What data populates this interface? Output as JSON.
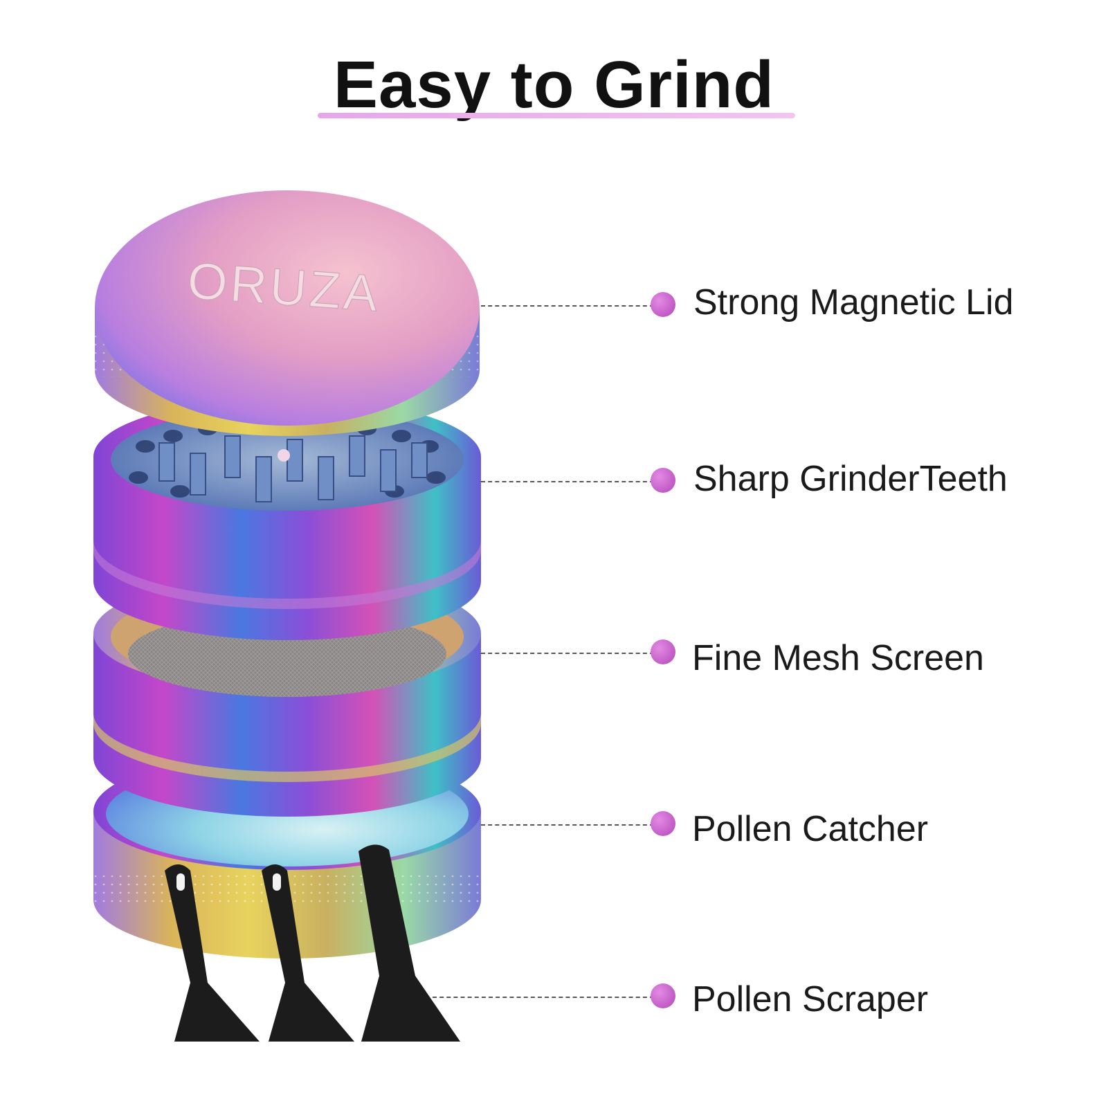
{
  "title": "Easy to Grind",
  "brand": "ORUZA",
  "colors": {
    "accent": "#c04fc0",
    "underline_start": "#e6a7ea",
    "underline_end": "#f2c4f0",
    "scraper": "#1c1c1c"
  },
  "callouts": [
    {
      "label": "Strong Magnetic Lid"
    },
    {
      "label": "Sharp GrinderTeeth"
    },
    {
      "label": "Fine Mesh Screen"
    },
    {
      "label": "Pollen Catcher"
    },
    {
      "label": "Pollen Scraper"
    }
  ]
}
